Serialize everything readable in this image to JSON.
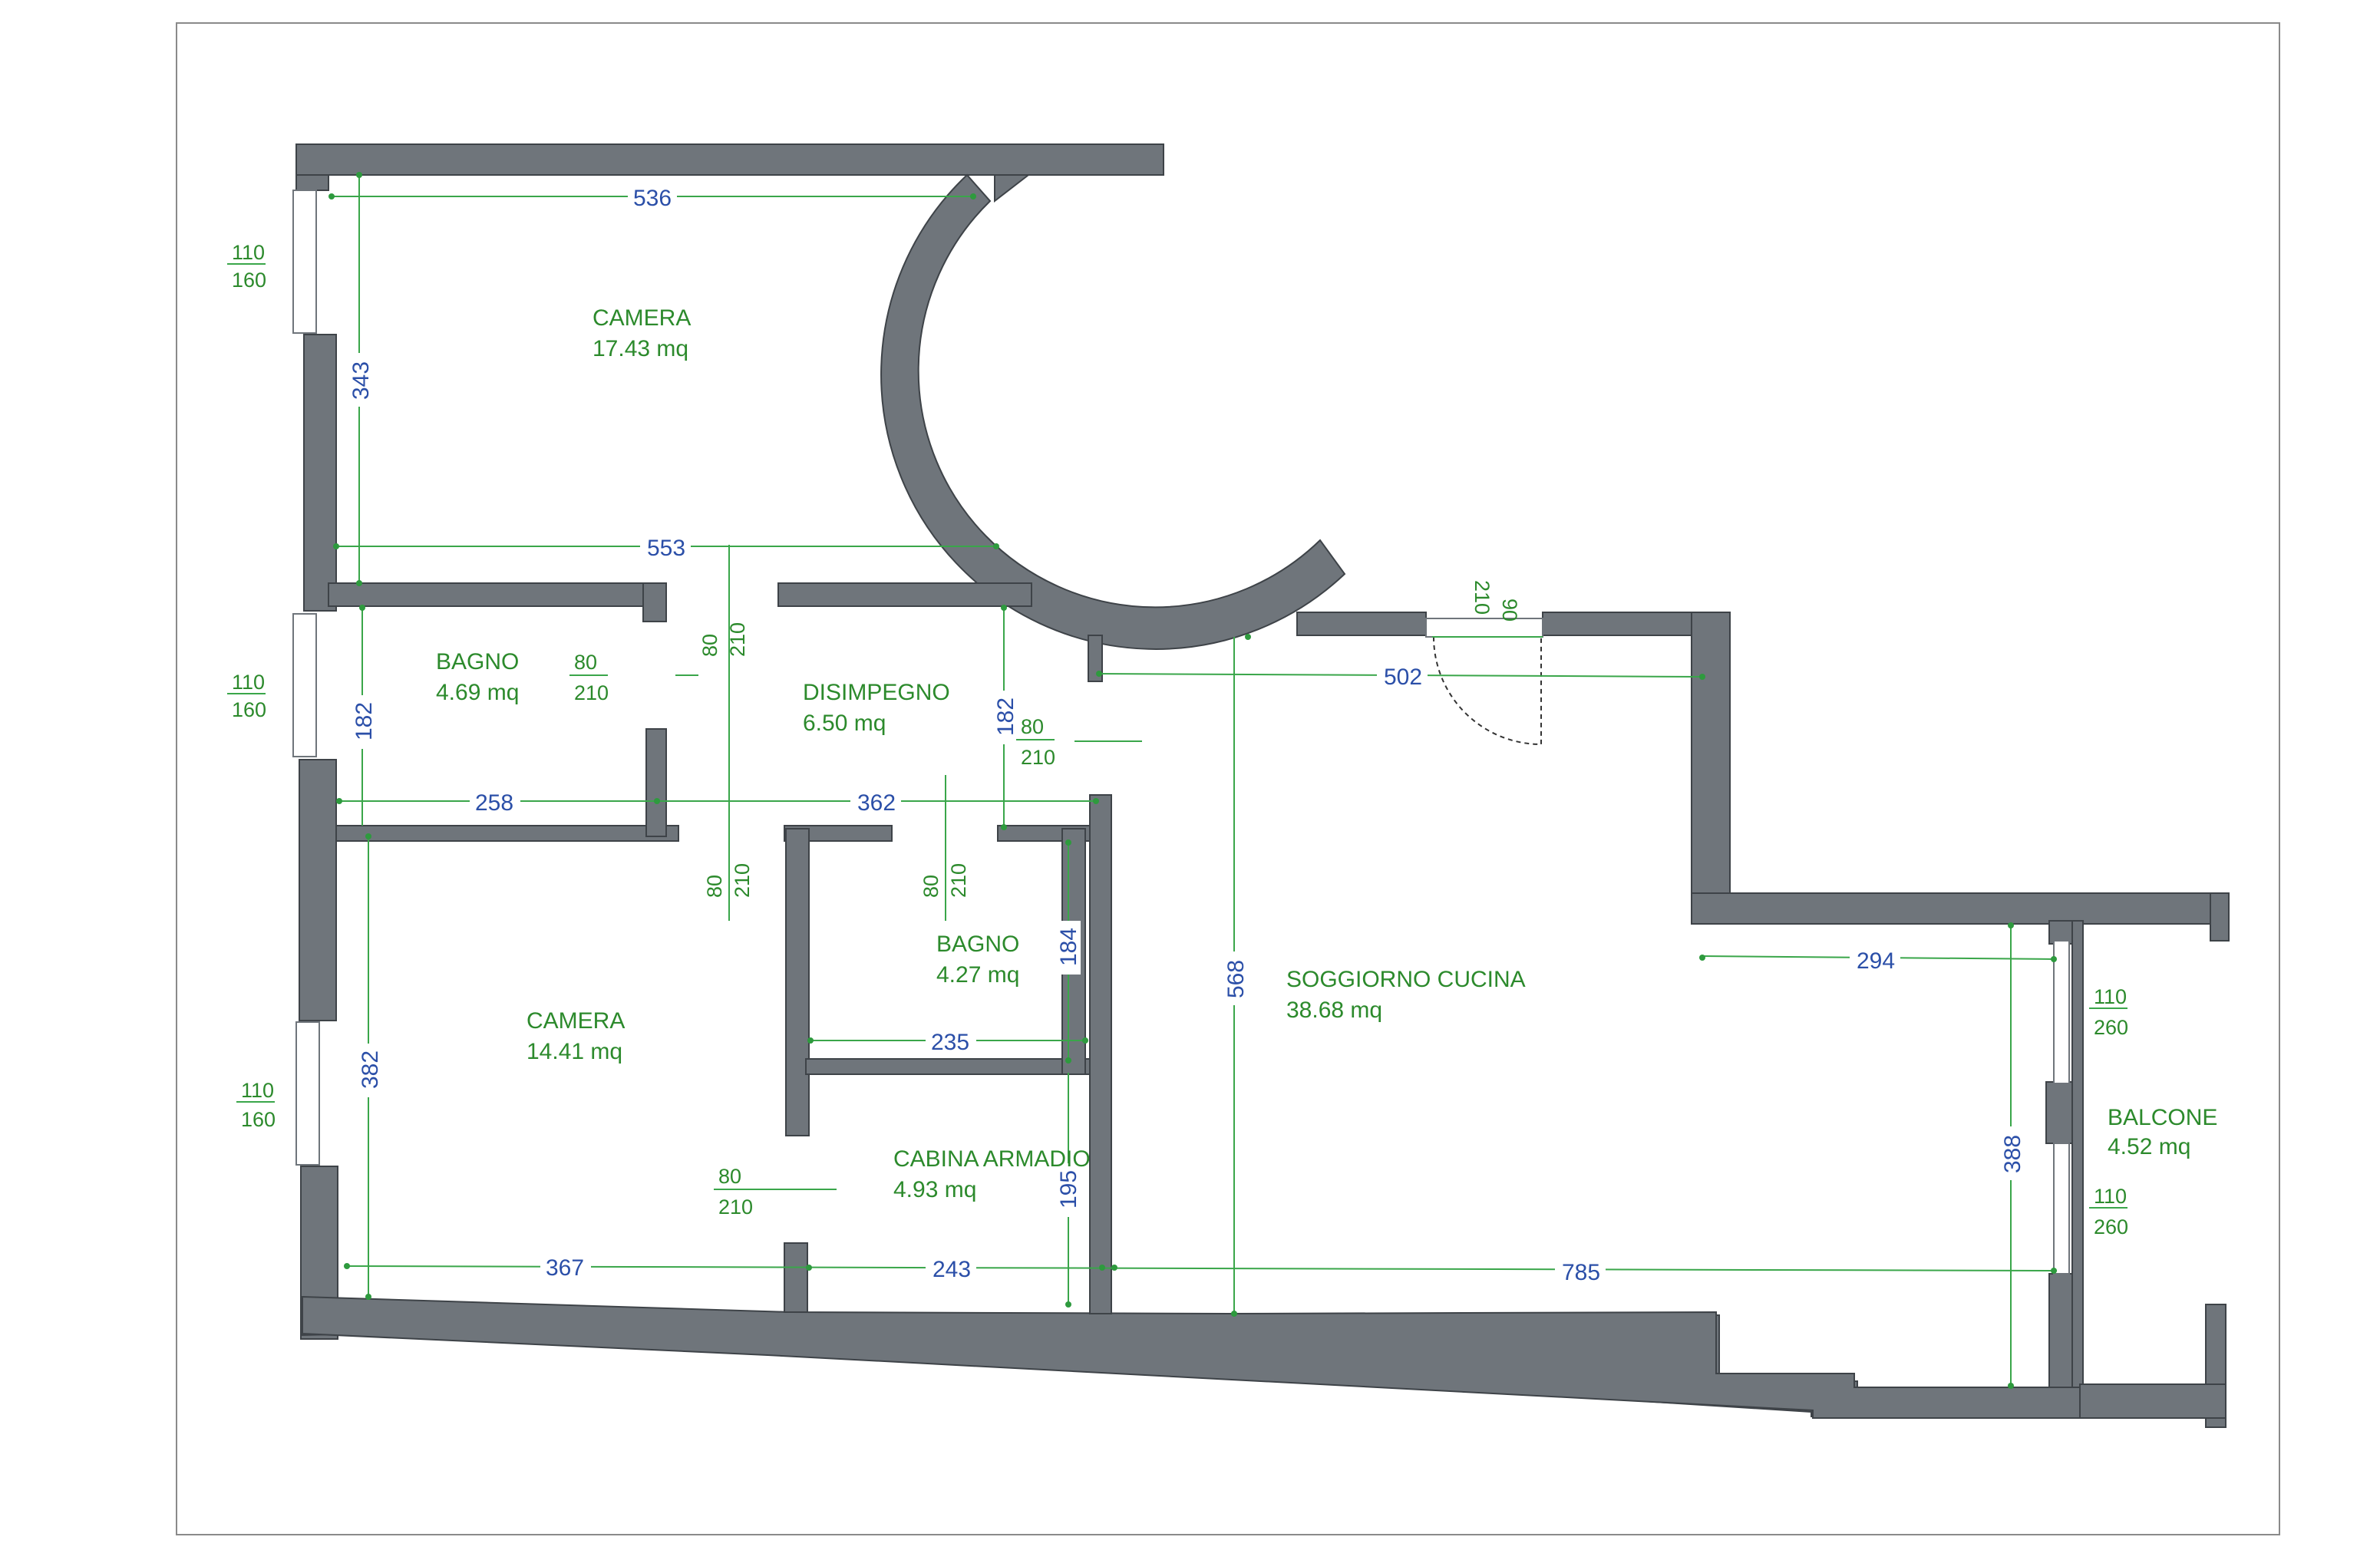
{
  "rooms": {
    "camera_top": {
      "name": "CAMERA",
      "area": "17.43 mq"
    },
    "bagno_top": {
      "name": "BAGNO",
      "area": "4.69 mq"
    },
    "disimpegno": {
      "name": "DISIMPEGNO",
      "area": "6.50 mq"
    },
    "bagno_mid": {
      "name": "BAGNO",
      "area": "4.27 mq"
    },
    "camera_bottom": {
      "name": "CAMERA",
      "area": "14.41 mq"
    },
    "cabina": {
      "name": "CABINA ARMADIO",
      "area": "4.93 mq"
    },
    "soggiorno": {
      "name": "SOGGIORNO CUCINA",
      "area": "38.68 mq"
    },
    "balcone": {
      "name": "BALCONE",
      "area": "4.52 mq"
    }
  },
  "dims": {
    "d536": "536",
    "d343": "343",
    "d553": "553",
    "d182a": "182",
    "d182b": "182",
    "d258": "258",
    "d362": "362",
    "d184": "184",
    "d235": "235",
    "d382": "382",
    "d195": "195",
    "d367": "367",
    "d243": "243",
    "d785": "785",
    "d568": "568",
    "d502": "502",
    "d294": "294",
    "d388": "388"
  },
  "openings": {
    "w1": {
      "w": "110",
      "h": "160"
    },
    "w2": {
      "w": "110",
      "h": "160"
    },
    "w3": {
      "w": "110",
      "h": "160"
    },
    "w4": {
      "w": "110",
      "h": "260"
    },
    "w5": {
      "w": "110",
      "h": "260"
    },
    "door_bagno_top": {
      "w": "80",
      "h": "210"
    },
    "door_disimpegno_top": {
      "w": "80",
      "h": "210"
    },
    "door_disimpegno_right": {
      "w": "80",
      "h": "210"
    },
    "door_camera_bottom": {
      "w": "80",
      "h": "210"
    },
    "door_bagno_mid": {
      "w": "80",
      "h": "210"
    },
    "door_cabina": {
      "w": "80",
      "h": "210"
    },
    "door_entry": {
      "w": "90",
      "h": "210"
    }
  }
}
